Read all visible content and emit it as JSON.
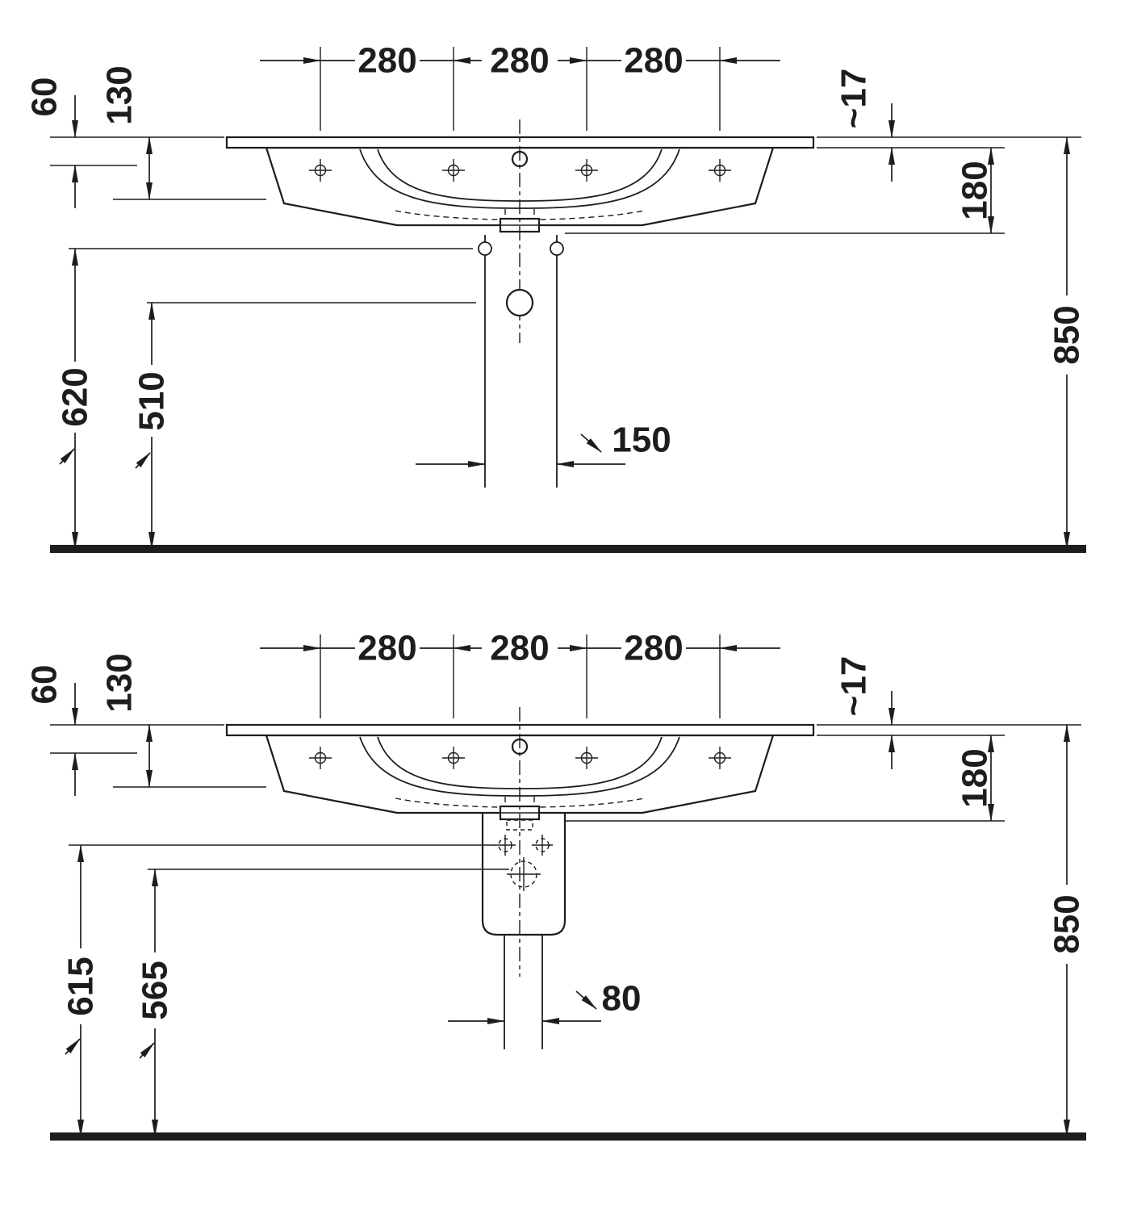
{
  "drawing": {
    "type": "washbasin-installation-dimensions",
    "line_color": "#1d1d1b",
    "background": "#ffffff",
    "views": {
      "top": {
        "hole_spacing": [
          "280",
          "280",
          "280"
        ],
        "dim_60": "60",
        "dim_130": "130",
        "dim_620": "620",
        "dim_510": "510",
        "dim_17": "~17",
        "dim_180": "180",
        "dim_850": "850",
        "dim_150": "150"
      },
      "bottom": {
        "hole_spacing": [
          "280",
          "280",
          "280"
        ],
        "dim_60": "60",
        "dim_130": "130",
        "dim_615": "615",
        "dim_565": "565",
        "dim_17": "~17",
        "dim_180": "180",
        "dim_850": "850",
        "dim_80": "80"
      }
    }
  }
}
